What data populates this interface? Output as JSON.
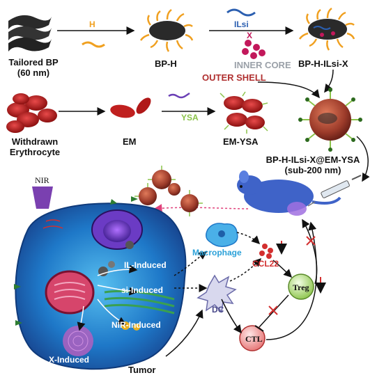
{
  "labels": {
    "tailored_bp": "Tailored BP",
    "tailored_bp_size": "(60 nm)",
    "h_label": "H",
    "bp_h": "BP-H",
    "ilsi": "ILsi",
    "x": "X",
    "bp_h_ilsi_x": "BP-H-ILsi-X",
    "inner_core": "INNER CORE",
    "outer_shell": "OUTER SHELL",
    "withdrawn": "Withdrawn",
    "erythrocyte": "Erythrocyte",
    "em": "EM",
    "ysa": "YSA",
    "em_ysa": "EM-YSA",
    "final_np": "BP-H-ILsi-X@EM-YSA",
    "final_size": "(sub-200 nm)",
    "nir_source": "NIR",
    "il_induced": "IL-Induced",
    "si_induced": "si-Induced",
    "nir_induced": "NIR-Induced",
    "x_induced": "X-Induced",
    "tumor": "Tumor",
    "macrophage": "Macrophage",
    "ccl22": "CCL22",
    "dc": "DC",
    "treg": "Treg",
    "ctl": "CTL"
  },
  "colors": {
    "bp_black": "#2a2a2a",
    "h_orange": "#f0a020",
    "ilsi_blue": "#2b5fb0",
    "x_magenta": "#c2185b",
    "rbc_red": "#c0201f",
    "ysa_green": "#8bc34a",
    "mouse_blue": "#3f63c8",
    "tumor_blue": "#2b8fd6",
    "inhibit_red": "#d32f2f",
    "macrophage_text": "#2aa0d8",
    "ccl22_text": "#d32f2f",
    "outer_shell_text": "#b03030",
    "inner_core_text": "#9aa0a8"
  },
  "icons": [
    "flake-bp-icon",
    "nanoparticle-icon",
    "rbc-icon",
    "mouse-icon",
    "syringe-icon",
    "nir-lamp-icon",
    "tumor-cell-icon",
    "macrophage-icon",
    "dc-icon",
    "treg-icon",
    "ctl-icon"
  ]
}
